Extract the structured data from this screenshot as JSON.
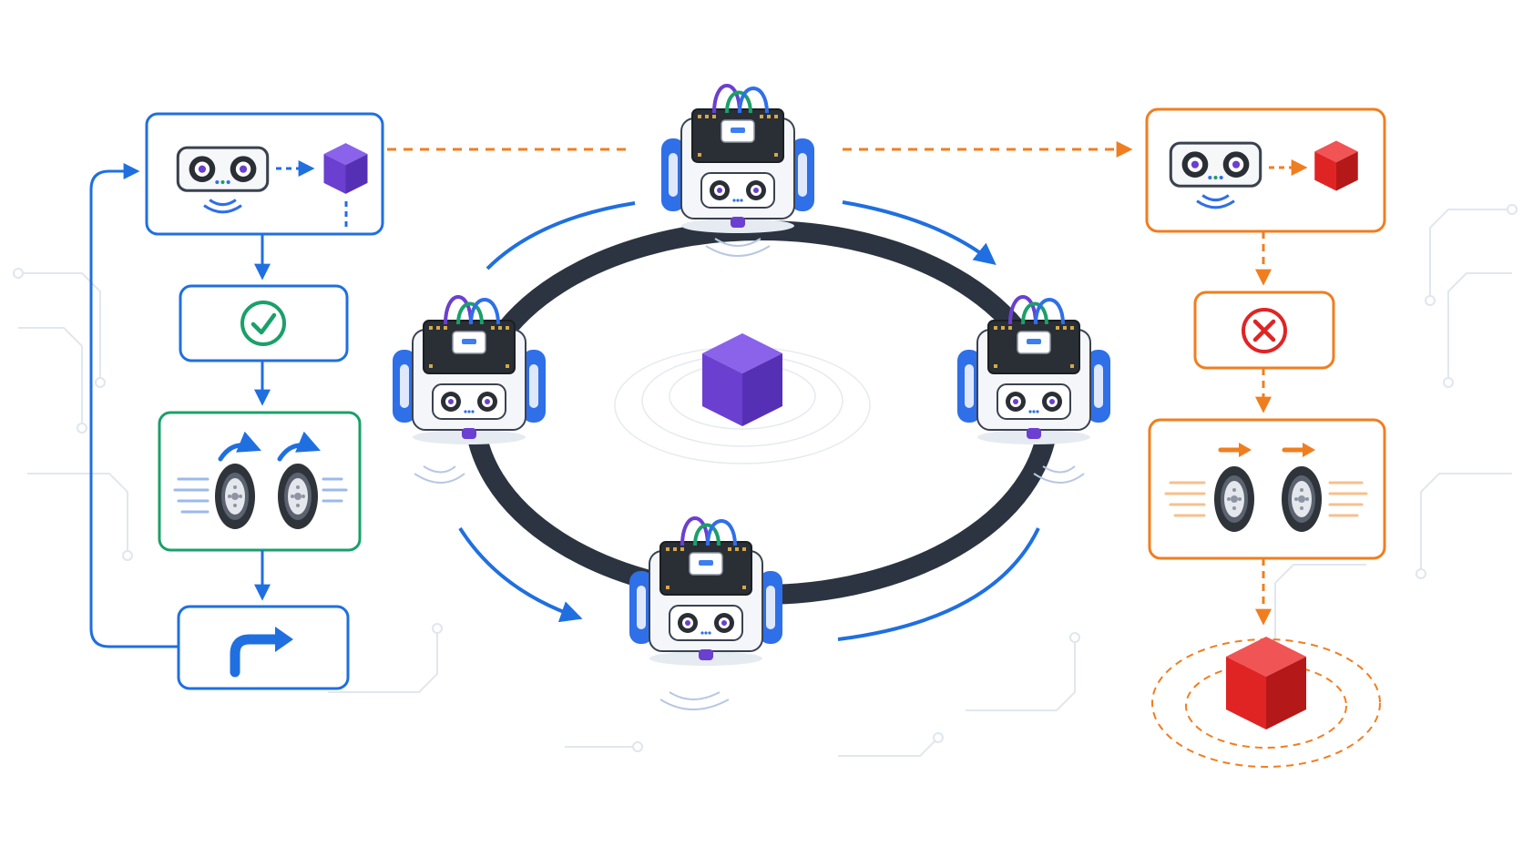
{
  "colors": {
    "background": "#ffffff",
    "blue": "#1f6fe0",
    "green": "#1aa06a",
    "orange": "#f07e1f",
    "red": "#e02424",
    "purple": "#6b3fd0",
    "track": "#2b3440",
    "wheel_blue": "#2f6fe8",
    "circuit": "#dfe6ee"
  },
  "left_flow": {
    "theme": "blue",
    "steps": [
      {
        "name": "sensor-detects-purple-cube",
        "icons": [
          "ultrasonic-sensor-icon",
          "purple-cube-icon"
        ]
      },
      {
        "name": "match-confirmed",
        "icons": [
          "check-circle-icon"
        ]
      },
      {
        "name": "wheels-forward",
        "icons": [
          "wheel-icon",
          "wheel-icon",
          "forward-arrow-icon"
        ]
      },
      {
        "name": "turn-right",
        "icons": [
          "turn-right-arrow-icon"
        ]
      }
    ],
    "loops_back": true
  },
  "right_flow": {
    "theme": "orange",
    "steps": [
      {
        "name": "sensor-detects-red-cube",
        "icons": [
          "ultrasonic-sensor-icon",
          "red-cube-icon"
        ]
      },
      {
        "name": "match-rejected",
        "icons": [
          "x-circle-icon"
        ]
      },
      {
        "name": "wheels-forward",
        "icons": [
          "wheel-icon",
          "wheel-icon",
          "forward-arrow-icon"
        ]
      },
      {
        "name": "red-cube-target",
        "icons": [
          "red-cube-icon"
        ]
      }
    ]
  },
  "center": {
    "track_shape": "circular-loop",
    "robot_count": 4,
    "center_object": "purple-cube-icon",
    "motion": "clockwise"
  }
}
